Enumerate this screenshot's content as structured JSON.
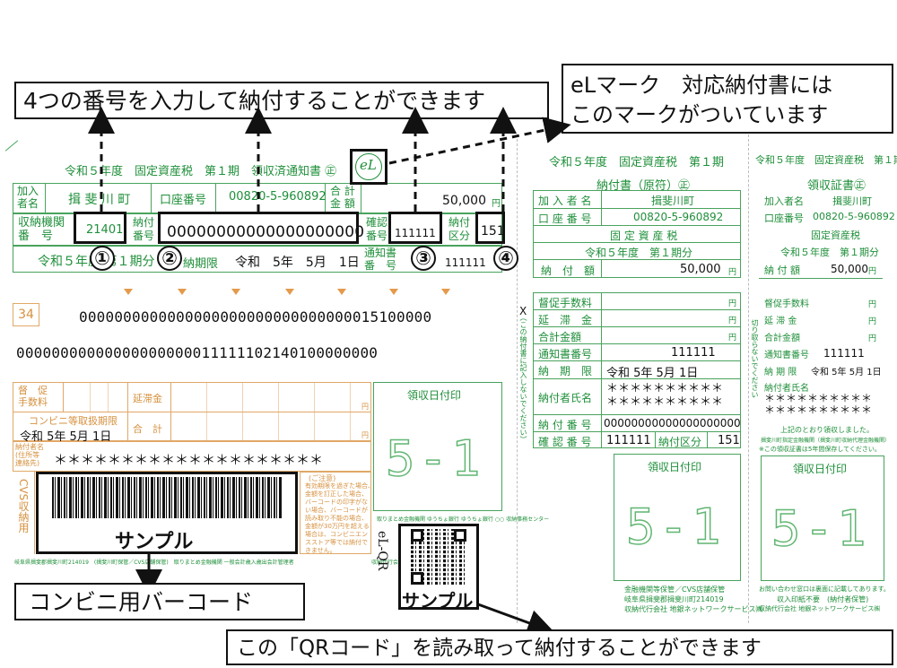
{
  "callouts": {
    "top": "4つの番号を入力して納付することができます",
    "el_mark": "eLマーク　対応納付書には\nこのマークがついています",
    "barcode": "コンビニ用バーコード",
    "qr": "この「QRコード」を読み取って納付することができます"
  },
  "markers": [
    "①",
    "②",
    "③",
    "④"
  ],
  "sample": "サンプル",
  "el_logo": "eL",
  "el_qr_label": "eL-QR",
  "stamp_code": "5-1",
  "receipt_stamp": "領収日付印",
  "left_slip": {
    "title": "令和５年度　固定資産税　第１期　領収済通知書 ㊣",
    "member_label": "加入\n者名",
    "member_value": "揖 斐 川 町",
    "account_label": "口座番号",
    "account_value": "00820-5-960892",
    "total_label": "合 計\n金 額",
    "total_value": "50,000",
    "total_unit": "円",
    "agency_label": "収納機関\n番　号",
    "agency_value": "21401",
    "pay_no_label": "納付\n番号",
    "pay_no_value": "00000000000000000000",
    "confirm_label": "確認\n番号",
    "confirm_value": "111111",
    "div_label": "納付\n区分",
    "div_value": "151",
    "period_text": "令和５年度 第１期分",
    "deadline_label": "納期限",
    "deadline_value": "令和　5年　5月　1日",
    "notice_label": "通知書\n番　号",
    "notice_value": "111111",
    "box_34": "34",
    "ocr_line1": "0000000000000000000000000000000015100000",
    "ocr_line2": "00000000000000000000011111102140100000000",
    "supervisor_label": "督　促\n手数料",
    "late_label": "延滞金",
    "total2_label": "合　計",
    "conv_deadline_label": "コンビニ等取扱期限",
    "conv_deadline_value": "令和  5年  5月  1日",
    "payer_label": "納付者名\n(住所等\n連絡先)",
    "payer_value": "＊＊＊＊＊＊＊＊＊＊＊＊＊＊＊＊＊＊＊＊",
    "cvs_label": "CVS収納用",
    "yen": "円",
    "notice_title": "(ご注意)",
    "notice_body": "有効期限を過ぎた場合、\n金額を訂正した場合、\nバーコードの印字がな\nい場合、バーコードが\n読み取り不能の場合、\n金額が30万円を超える\n場合は、コンビニエン\nスストア等では納付で\nきません。",
    "handling_note": "取りまとめ金融機関 ゆうちょ銀行 ゆうちょ銀行 ○○ 収納事務センター",
    "footer": "岐阜県揖斐郡揖斐川町214019　(揖斐川町保管／CVS店舗保管)　取りまとめ金融機関 一般会計歳入歳出会計管理者",
    "agent": "収納代行会社 地銀ネットワークサービス㈱"
  },
  "mid_slip": {
    "title": "令和５年度　固定資産税　第１期",
    "subtitle": "納付書（原符）㊣",
    "rows": [
      {
        "label": "加 入 者 名",
        "value": "揖斐川町"
      },
      {
        "label": "口 座 番 号",
        "value": "00820-5-960892"
      }
    ],
    "tax_name": "固 定 資 産 税",
    "period": "令和５年度　第１期分",
    "amount_label": "納　付　額",
    "amount_value": "50,000",
    "yen": "円",
    "fee_rows": [
      {
        "label": "督促手数料",
        "value": ""
      },
      {
        "label": "延　滞　金",
        "value": ""
      },
      {
        "label": "合計金額",
        "value": ""
      },
      {
        "label": "通知書番号",
        "value": "111111"
      },
      {
        "label": "納　期　限",
        "value": "令和 5年 5月 1日"
      }
    ],
    "payer_name_label": "納付者氏名",
    "payer_name_value": "＊＊＊＊＊＊＊＊＊＊\n＊＊＊＊＊＊＊＊＊＊",
    "pay_no_label": "納 付 番 号",
    "pay_no_value": "00000000000000000000",
    "confirm_label": "確 認 番 号",
    "confirm_value": "111111",
    "div_label": "納付区分",
    "div_value": "151",
    "side_note": "（この納付書に記入しないでください）",
    "footer1": "金融機関等保管／CVS店舗保管",
    "footer2": "岐阜県揖斐郡揖斐川町214019",
    "footer3": "収納代行会社 地銀ネットワークサービス㈱"
  },
  "right_slip": {
    "title": "令和５年度　固定資産税　第１期",
    "subtitle": "領収証書㊣",
    "rows": [
      {
        "label": "加入者名",
        "value": "揖斐川町"
      },
      {
        "label": "口座番号",
        "value": "00820-5-960892"
      }
    ],
    "tax_name": "固定資産税",
    "period": "令和５年度　第１期分",
    "amount_label": "納 付 額",
    "amount_value": "50,000",
    "yen": "円",
    "fee_rows": [
      {
        "label": "督促手数料",
        "value": ""
      },
      {
        "label": "延 滞 金",
        "value": ""
      },
      {
        "label": "合計金額",
        "value": ""
      },
      {
        "label": "通知書番号",
        "value": "111111"
      },
      {
        "label": "納 期 限",
        "value": "令和 5年 5月 1日"
      }
    ],
    "payer_label": "納付者氏名",
    "payer_value": "＊＊＊＊＊＊＊＊＊＊\n＊＊＊＊＊＊＊＊＊＊",
    "receipt_note": "上記のとおり領収しました。",
    "receipt_note2": "揖斐川町指定金融機関（揖斐川町収納代理金融機関）",
    "keep_note": "※この領収証書は5年間保存してください。",
    "side_note": "切り取らないでください",
    "footer1": "お問い合わせ窓口は裏面に記載してあります。",
    "footer2": "収入印紙不要　(納付者保管)",
    "footer3": "収納代行会社 地銀ネットワークサービス㈱"
  }
}
